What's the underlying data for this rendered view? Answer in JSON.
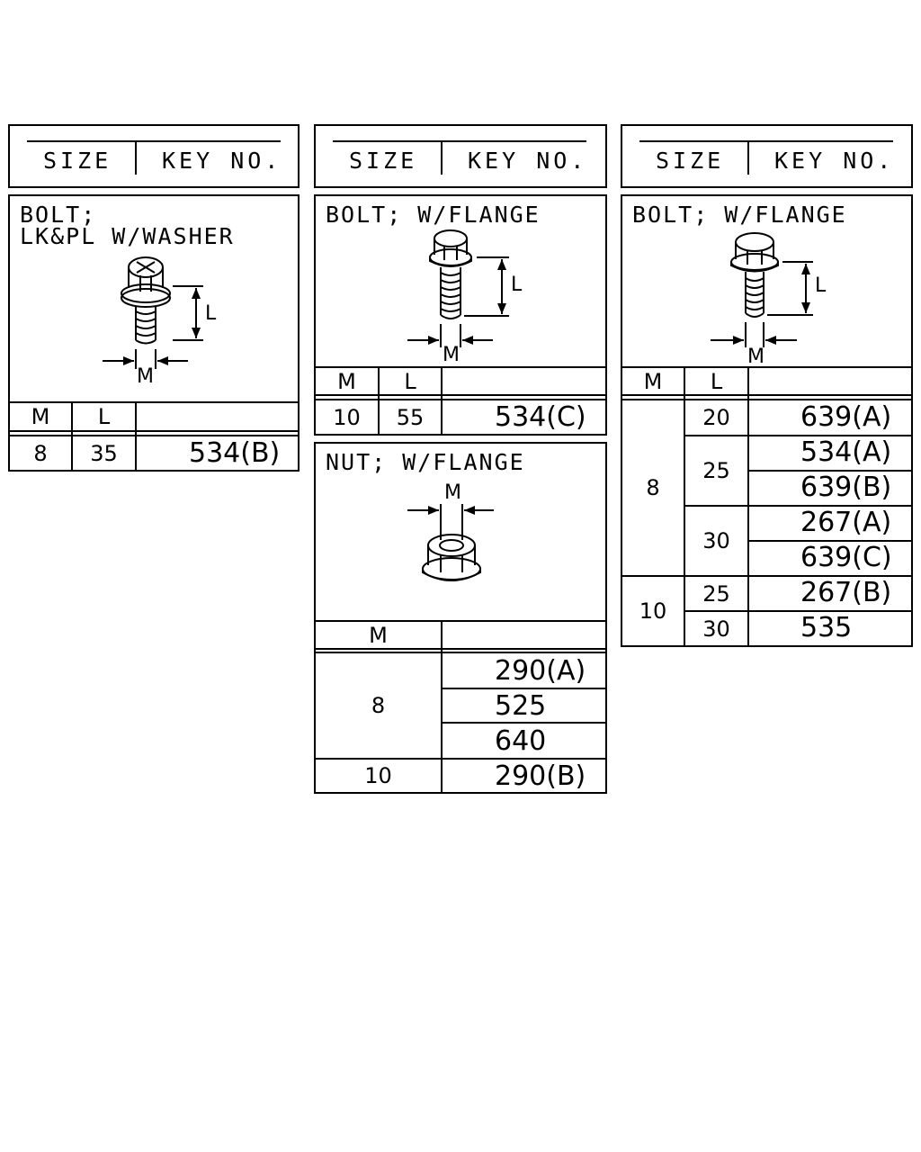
{
  "header": {
    "size_label": "SIZE",
    "key_label": "KEY NO."
  },
  "dims": {
    "m": "M",
    "l": "L"
  },
  "panel1": {
    "title_line1": "BOLT;",
    "title_line2": "LK&PL W/WASHER",
    "rows": [
      {
        "m": "8",
        "l": "35",
        "key": "534(B)"
      }
    ]
  },
  "panel2": {
    "title": "BOLT; W/FLANGE",
    "rows": [
      {
        "m": "10",
        "l": "55",
        "key": "534(C)"
      }
    ]
  },
  "panel3": {
    "title": "NUT; W/FLANGE",
    "groups": [
      {
        "m": "8",
        "keys": [
          "290(A)",
          "525",
          "640"
        ]
      },
      {
        "m": "10",
        "keys": [
          "290(B)"
        ]
      }
    ]
  },
  "panel4": {
    "title": "BOLT; W/FLANGE",
    "groups": [
      {
        "m": "8",
        "sub": [
          {
            "l": "20",
            "keys": [
              "639(A)"
            ]
          },
          {
            "l": "25",
            "keys": [
              "534(A)",
              "639(B)"
            ]
          },
          {
            "l": "30",
            "keys": [
              "267(A)",
              "639(C)"
            ]
          }
        ]
      },
      {
        "m": "10",
        "sub": [
          {
            "l": "25",
            "keys": [
              "267(B)"
            ]
          },
          {
            "l": "30",
            "keys": [
              "535"
            ]
          }
        ]
      }
    ]
  }
}
